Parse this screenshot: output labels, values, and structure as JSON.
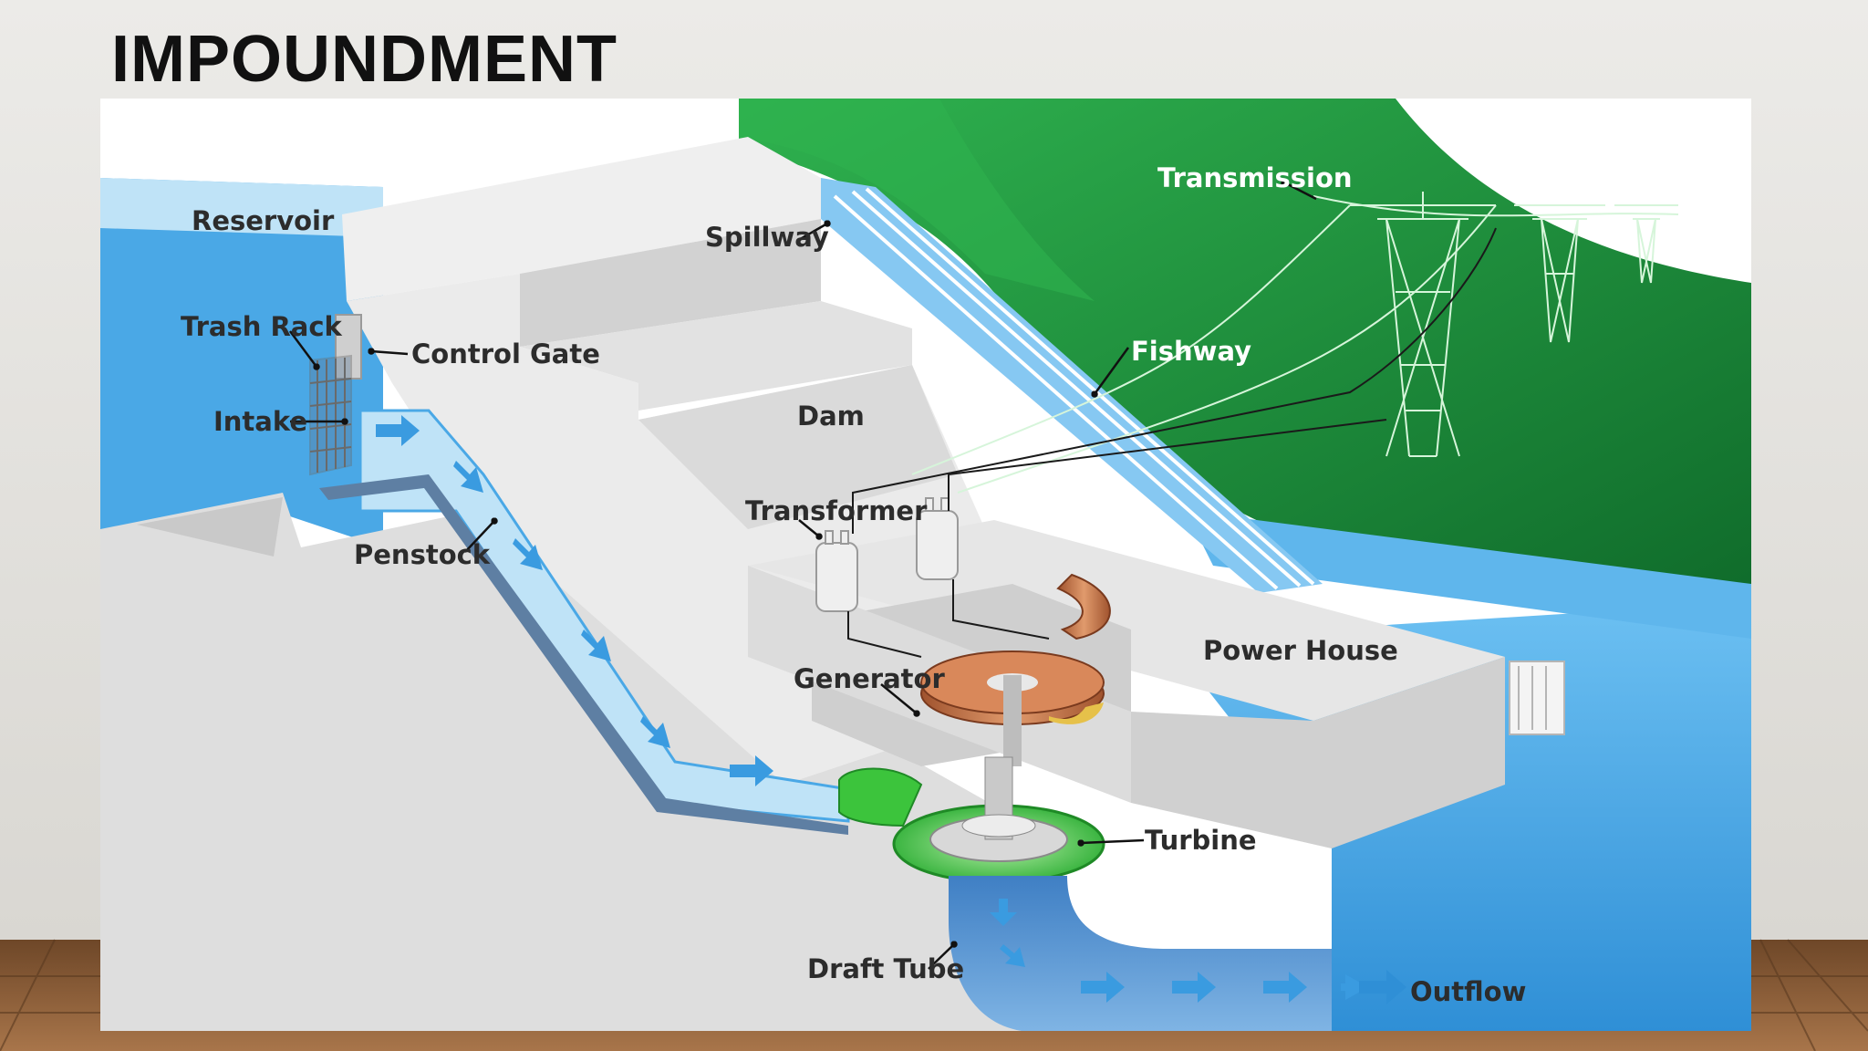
{
  "slide": {
    "title": "IMPOUNDMENT"
  },
  "diagram": {
    "labels": {
      "reservoir": "Reservoir",
      "trash_rack": "Trash Rack",
      "control_gate": "Control Gate",
      "intake": "Intake",
      "penstock": "Penstock",
      "spillway": "Spillway",
      "dam": "Dam",
      "transformer": "Transformer",
      "generator": "Generator",
      "power_house": "Power House",
      "turbine": "Turbine",
      "draft_tube": "Draft Tube",
      "outflow": "Outflow",
      "transmission": "Transmission",
      "fishway": "Fishway"
    },
    "colors": {
      "water": "#4aa8e6",
      "water_light": "#bfe3f7",
      "concrete": "#e3e3e3",
      "hill": "#1e8f3c",
      "turbine": "#3cc43c",
      "generator": "#c8734a",
      "floor": "#8a5a34",
      "wall": "#e9e6e0"
    }
  }
}
